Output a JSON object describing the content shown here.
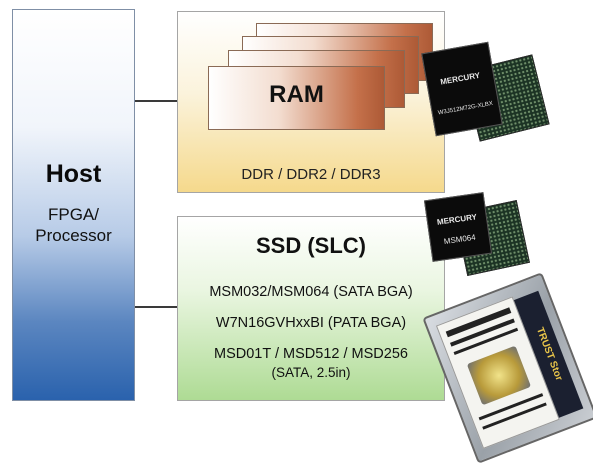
{
  "host": {
    "title": "Host",
    "subtitle_lines": [
      "FPGA/",
      "Processor"
    ]
  },
  "ram": {
    "label": "RAM",
    "types": "DDR / DDR2 / DDR3",
    "chip_marking": "W3J512M72G-XLBX",
    "chip_brand": "MERCURY"
  },
  "ssd": {
    "title": "SSD (SLC)",
    "lines": [
      "MSM032/MSM064 (SATA BGA)",
      "W7N16GVHxxBI (PATA BGA)",
      "MSD01T / MSD512 / MSD256",
      "(SATA, 2.5in)"
    ],
    "chip_marking": "MSM064",
    "chip_brand": "MERCURY",
    "device_brand": "TRUST Stor"
  },
  "colors": {
    "host_gradient_end": "#2a62ad",
    "ram_gradient_end": "#f5d98c",
    "ram_card_end": "#ad5a36",
    "ssd_gradient_end": "#aedb94"
  }
}
